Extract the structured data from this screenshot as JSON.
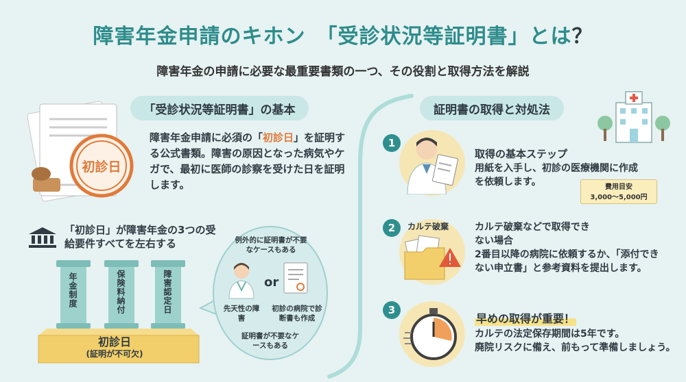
{
  "header": {
    "title_main": "障害年金申請のキホン　「受診状況等証明書」とは",
    "title_q": "？",
    "subtitle": "障害年金の申請に必要な最重要書類の一つ、その役割と取得方法を解説"
  },
  "left": {
    "section_title": "「受診状況等証明書」の基本",
    "stamp_text": "初診日",
    "basic": {
      "part1": "障害年金申請に必須の「",
      "highlight": "初診日",
      "part2": "」を証明する公式書類。障害の原因となった病気やケガで、最初に医師の診察を受けた日を証明します。"
    },
    "requirement_title": "「初診日」が障害年金の3つの受給要件すべてを左右する",
    "pillars": [
      "年金制度",
      "保険料納付",
      "障害認定日"
    ],
    "base_label": "初診日",
    "base_sublabel": "(証明が不可欠)",
    "bubble": {
      "top": "例外的に証明書が不要なケースもある",
      "or": "or",
      "left_caption": "先天性の障害",
      "right_caption": "初診の病院で診断書も作成",
      "bottom": "証明書が不要なケースもある"
    }
  },
  "right": {
    "section_title": "証明書の取得と対処法",
    "steps": [
      {
        "num": "1",
        "title": "取得の基本ステップ",
        "text": "用紙を入手し、初診の医療機関に作成を依頼します。",
        "badge_title": "費用目安",
        "badge_value": "3,000〜5,000円"
      },
      {
        "num": "2",
        "label": "カルテ破棄",
        "title": "カルテ破棄などで取得できない場合",
        "text": "2番目以降の病院に依頼するか、「添付できない申立書」と参考資料を提出します。"
      },
      {
        "num": "3",
        "title": "早めの取得が重要！",
        "text1": "カルテの法定保存期間は5年です。",
        "text2": "廃院リスクに備え、前もって準備しましょう。"
      }
    ]
  },
  "colors": {
    "teal": "#2e8c8c",
    "orange": "#e07a3a",
    "pillar": "#8fc9c4",
    "base": "#f2cf6a",
    "background": "#e7f2f2"
  },
  "icons": [
    "document-stamp-icon",
    "bank-icon",
    "doctor-icon",
    "certificate-icon",
    "hospital-icon",
    "folder-warning-icon",
    "stopwatch-icon"
  ]
}
